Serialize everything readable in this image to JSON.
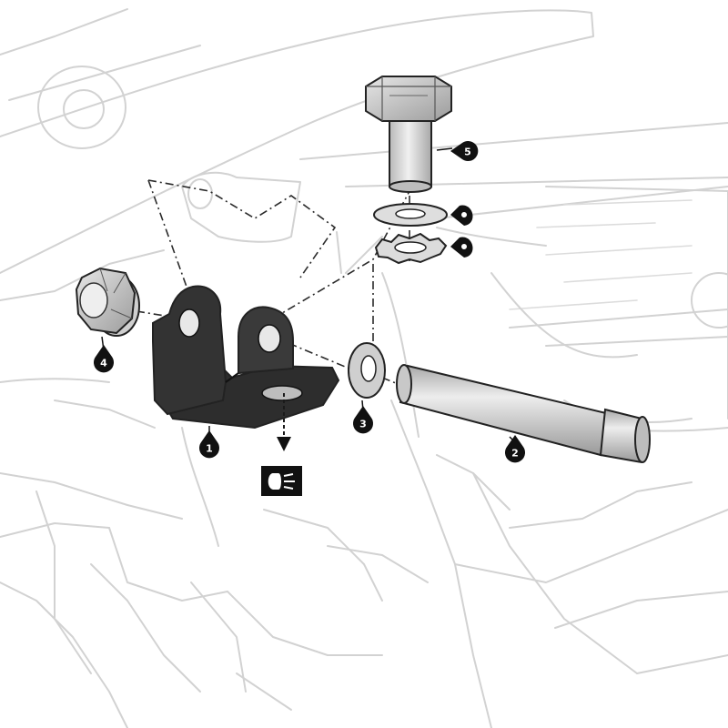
{
  "diagram": {
    "description_free": true,
    "callouts": [
      {
        "id": "callout-1",
        "label": "1",
        "part": "bracket"
      },
      {
        "id": "callout-2",
        "label": "2",
        "part": "long-bolt"
      },
      {
        "id": "callout-3",
        "label": "3",
        "part": "flat-washer"
      },
      {
        "id": "callout-4",
        "label": "4",
        "part": "flange-nut"
      },
      {
        "id": "callout-5",
        "label": "5",
        "part": "hex-bolt"
      }
    ],
    "unnumbered_markers": [
      {
        "id": "marker-washer",
        "label": ""
      },
      {
        "id": "marker-lock-washer",
        "label": ""
      }
    ],
    "headlight_badge": {
      "icon": "headlight-icon"
    },
    "colors": {
      "part_dark": "#2d2d2d",
      "part_light": "#d9d9d9",
      "background_lines": "#d2d2d2",
      "callout_fill": "#111111"
    }
  }
}
